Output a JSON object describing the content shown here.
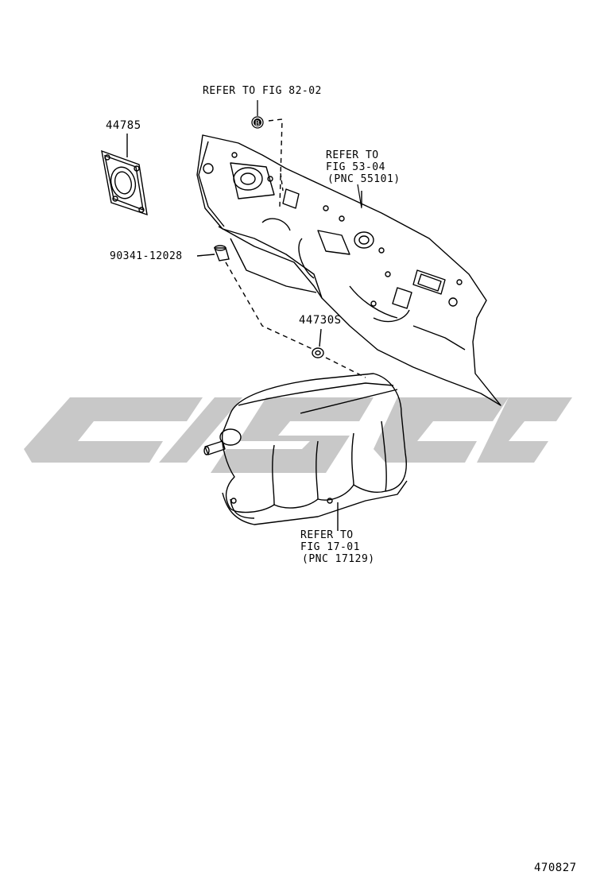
{
  "labels": {
    "ref_fig_82": "REFER TO FIG 82-02",
    "badge_letter": "B",
    "ref_fig_53_line1": "REFER TO",
    "ref_fig_53_line2": "FIG 53-04",
    "ref_fig_53_line3": "(PNC 55101)",
    "part_44785": "44785",
    "part_90341": "90341-12028",
    "part_44730s": "44730S",
    "ref_fig_17_line1": "REFER TO",
    "ref_fig_17_line2": "FIG 17-01",
    "ref_fig_17_line3": "(PNC 17129)",
    "figure_number": "470827"
  },
  "colors": {
    "line": "#000000",
    "watermark": "#c8c8c8",
    "background": "#ffffff"
  }
}
